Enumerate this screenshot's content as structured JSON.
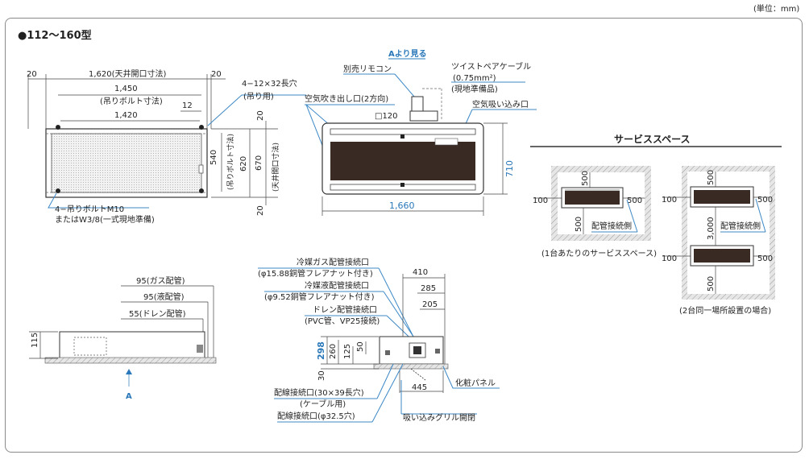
{
  "unit": "(単位：mm)",
  "title": "●112〜160型",
  "top_view": {
    "d_20_left": "20",
    "d_1620": "1,620(天井開口寸法)",
    "d_20_right": "20",
    "d_1450": "1,450",
    "d_1450_sub": "(吊りボルト寸法)",
    "d_12": "12",
    "d_1420": "1,420",
    "slot": "4−12×32長穴",
    "slot_sub": "(吊り用)",
    "d_20_top": "20",
    "d_540": "540",
    "d_540_sub": "(吊りボルト寸法)",
    "d_620": "620",
    "d_670": "670",
    "d_670_sub": "(天井開口寸法)",
    "d_20_bottom": "20",
    "bolt": "4−吊りボルトM10",
    "bolt_sub": "またはW3/8(一式現地準備)"
  },
  "front_view": {
    "view_label": "Aより見る",
    "remote": "別売リモコン",
    "cable": "ツイストペアケーブル",
    "cable_size": "(0.75mm²)",
    "cable_sub": "(現地準備品)",
    "outlet": "空気吹き出し口(2方向)",
    "d_120": "□120",
    "inlet": "空気吸い込み口",
    "d_710": "710",
    "d_1660": "1,660"
  },
  "side_view": {
    "gas": "95(ガス配管)",
    "liquid": "95(液配管)",
    "drain": "55(ドレン配管)",
    "d_115": "115",
    "arrow": "A"
  },
  "detail_view": {
    "gas_port": "冷媒ガス配管接続口",
    "gas_port_sub": "(φ15.88銅管フレアナット付き)",
    "liq_port": "冷媒液配管接続口",
    "liq_port_sub": "(φ9.52銅管フレアナット付き)",
    "drain_port": "ドレン配管接続口",
    "drain_port_sub": "(PVC管、VP25接続)",
    "d_410": "410",
    "d_285": "285",
    "d_205": "205",
    "d_298": "298",
    "d_260": "260",
    "d_125": "125",
    "d_50": "50",
    "d_30": "30",
    "d_445": "445",
    "panel": "化粧パネル",
    "wire_port": "配線接続口(30×39長穴)",
    "wire_port_sub": "(ケーブル用)",
    "wire_port2": "配線接続口(φ32.5穴)",
    "grille": "吸い込みグリル開閉"
  },
  "service_space": {
    "title": "サービススペース",
    "single": {
      "top": "500",
      "left": "100",
      "right": "500",
      "bottom": "500",
      "pipe_side": "配管接続側",
      "caption": "(1台あたりのサービススペース)"
    },
    "double": {
      "top": "500",
      "left1": "100",
      "right1": "500",
      "pipe_side": "配管接続側",
      "middle": "3,000",
      "left2": "100",
      "right2": "500",
      "bottom": "500",
      "caption": "(2台同一場所設置の場合)"
    }
  },
  "colors": {
    "accent": "#2a78b9",
    "unit_dark": "#3a2a24",
    "hatch": "#c9c9c9"
  }
}
